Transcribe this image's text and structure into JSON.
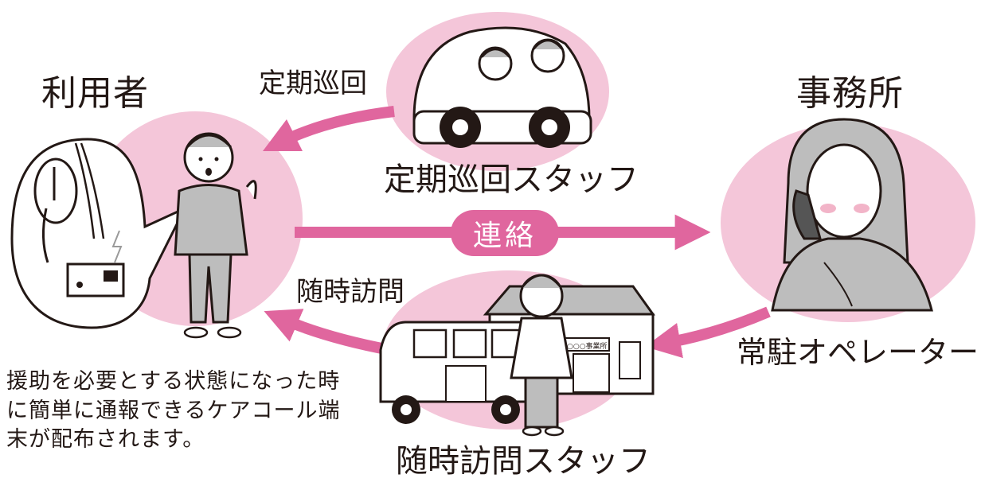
{
  "nodes": {
    "user": "利用者",
    "office": "事務所",
    "patrol_staff": "定期巡回スタッフ",
    "visit_staff": "随時訪問スタッフ",
    "operator": "常駐オペレーター"
  },
  "edges": {
    "patrol": "定期巡回",
    "visit": "随時訪問",
    "contact": "連絡"
  },
  "description": "援助を必要とする状態になった時に簡単に通報できるケアコール端末が配布されます。",
  "sign_text": "○○○事業所",
  "colors": {
    "accent": "#e0669e",
    "circle_fill": "#f4c6d9",
    "outline": "#231815",
    "gray": "#bdbdbd"
  },
  "icons": {
    "user": "person-icon",
    "office": "operator-icon",
    "patrol": "car-icon",
    "visit": "van-icon",
    "terminal": "care-call-terminal-icon"
  }
}
